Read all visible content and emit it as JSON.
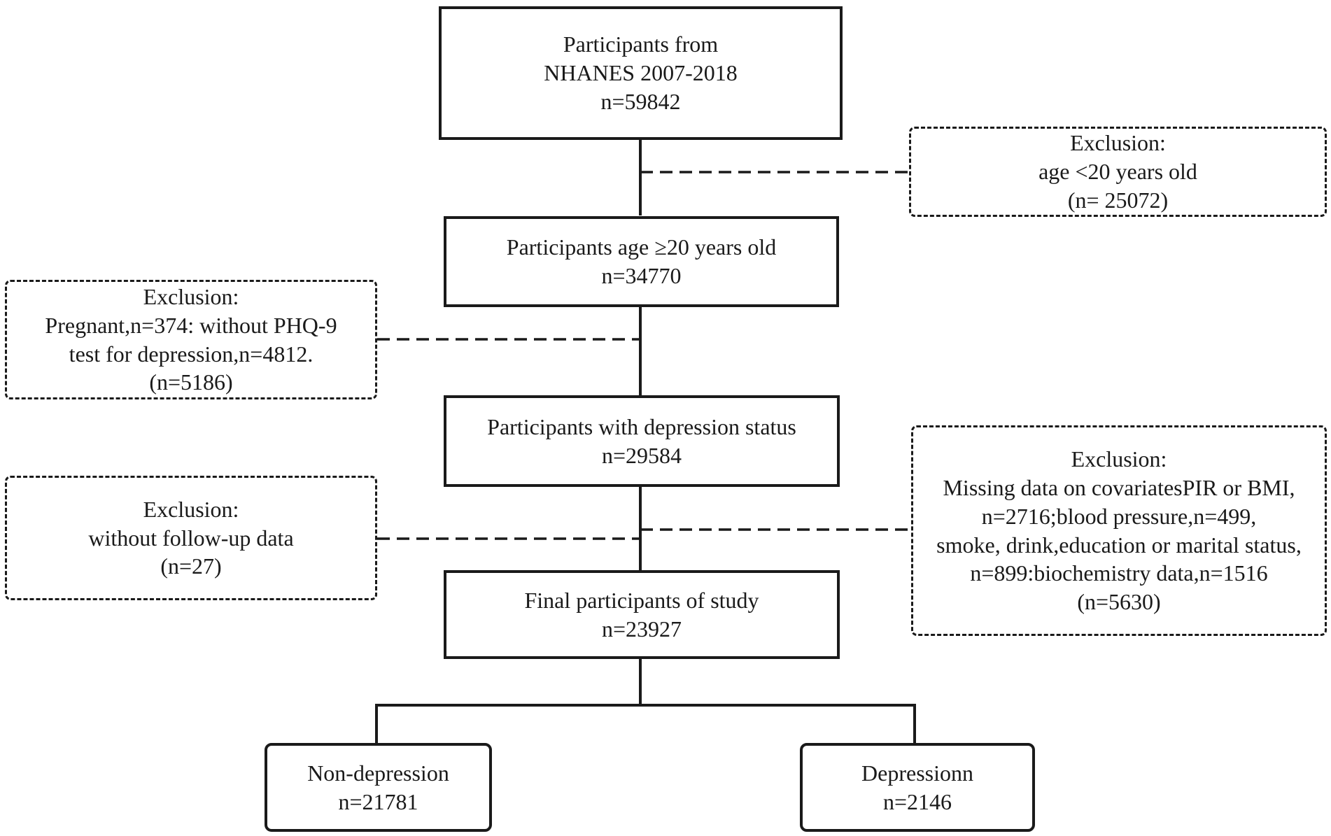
{
  "boxes": {
    "start": [
      "Participants from",
      "NHANES 2007-2018",
      "n=59842"
    ],
    "exclusion_age": [
      "Exclusion:",
      "age <20 years old",
      "(n= 25072)"
    ],
    "adults": [
      "Participants age ≥20 years old",
      "n=34770"
    ],
    "exclusion_pregnant": [
      "Exclusion:",
      "Pregnant,n=374: without PHQ-9",
      "test for depression,n=4812.",
      "(n=5186)"
    ],
    "depression_status": [
      "Participants with depression status",
      "n=29584"
    ],
    "exclusion_followup": [
      "Exclusion:",
      "without follow-up data",
      "(n=27)"
    ],
    "exclusion_covariates": [
      "Exclusion:",
      "Missing data on covariatesPIR or BMI,",
      "n=2716;blood pressure,n=499,",
      "smoke, drink,education or marital status,",
      "n=899:biochemistry data,n=1516",
      "(n=5630)"
    ],
    "final": [
      "Final participants of study",
      "n=23927"
    ],
    "non_depression": [
      "Non-depression",
      "n=21781"
    ],
    "depression": [
      "Depressionn",
      "n=2146"
    ]
  }
}
